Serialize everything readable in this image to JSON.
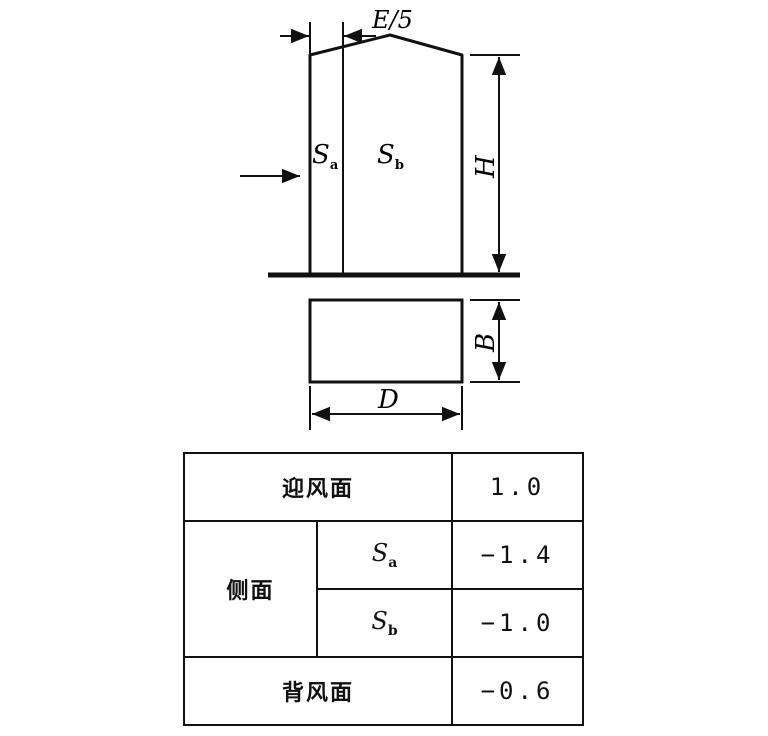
{
  "diagram": {
    "labels": {
      "eave_offset": "E/5",
      "height": "H",
      "width": "B",
      "depth": "D",
      "zone_a": "S",
      "zone_a_sub": "a",
      "zone_b": "S",
      "zone_b_sub": "b"
    }
  },
  "table": {
    "windward": {
      "label": "迎风面",
      "value": "1.0"
    },
    "side": {
      "label": "侧面",
      "rows": [
        {
          "symbol": "S",
          "sub": "a",
          "value": "−1.4"
        },
        {
          "symbol": "S",
          "sub": "b",
          "value": "−1.0"
        }
      ]
    },
    "leeward": {
      "label": "背风面",
      "value": "−0.6"
    }
  }
}
